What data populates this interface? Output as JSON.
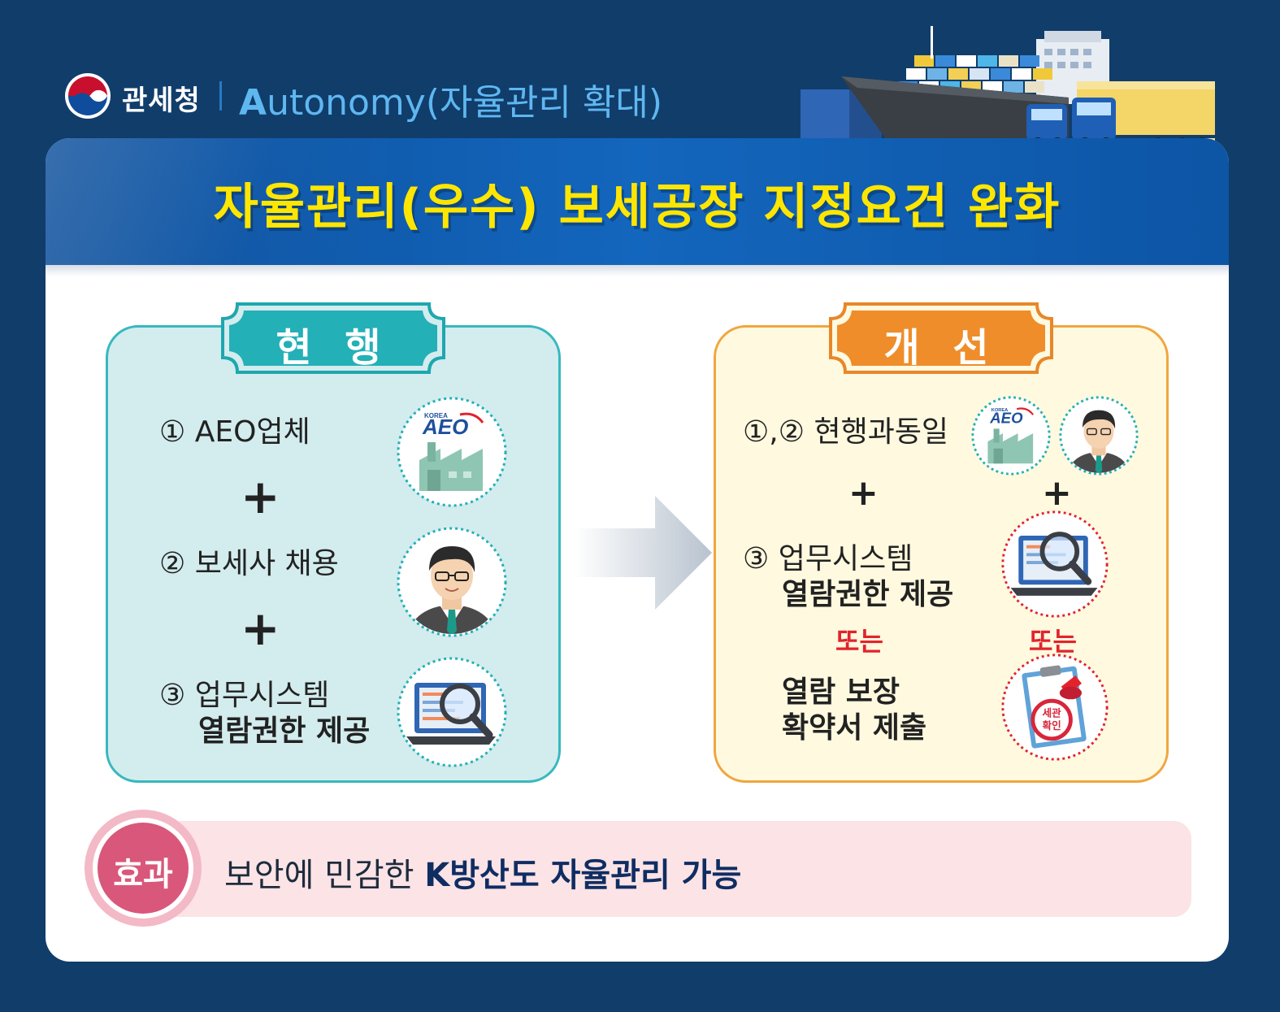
{
  "header": {
    "agency": "관세청",
    "subtitle_lead": "A",
    "subtitle_rest": "utonomy(자율관리 확대)"
  },
  "title": "자율관리(우수) 보세공장 지정요건 완화",
  "current": {
    "label": "현 행",
    "items": [
      {
        "num": "①",
        "text": "AEO업체"
      },
      {
        "num": "②",
        "text": "보세사 채용"
      },
      {
        "num": "③",
        "line1": "업무시스템",
        "line2": "열람권한 제공"
      }
    ],
    "plus": "+"
  },
  "improved": {
    "label": "개 선",
    "item12": {
      "num": "①,②",
      "text": "현행과동일"
    },
    "item3": {
      "num": "③",
      "line1": "업무시스템",
      "line2": "열람권한 제공"
    },
    "or": "또는",
    "alt_line1": "열람 보장",
    "alt_line2": "확약서 제출",
    "plus": "+"
  },
  "aeo_logo": {
    "small": "KOREA",
    "big": "AEO"
  },
  "stamp_text": "세관\n확인",
  "effect": {
    "badge": "효과",
    "text_plain": "보안에 민감한 ",
    "text_bold": "K방산도 자율관리 가능"
  },
  "colors": {
    "background": "#113d6b",
    "banner": "#1366bd",
    "title_yellow": "#ffe600",
    "teal": "#38b8bf",
    "orange": "#f0a640",
    "red": "#e2232d",
    "pink": "#d9577a"
  }
}
